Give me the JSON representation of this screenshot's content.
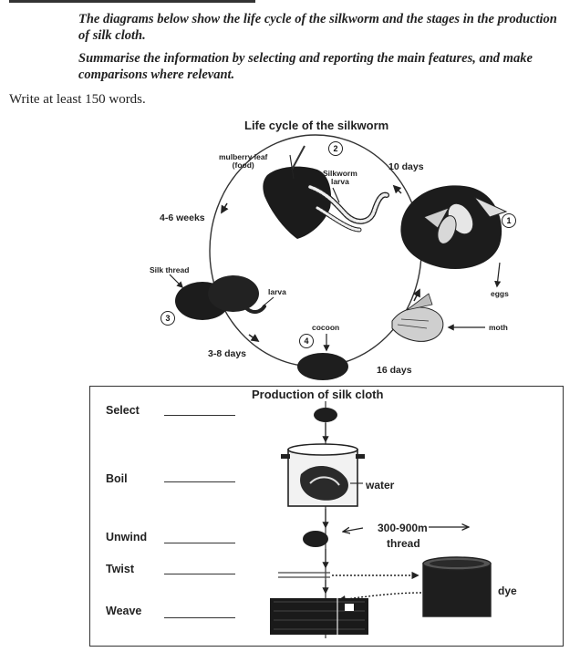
{
  "instructions": {
    "line1": "The diagrams below show the life cycle of the silkworm and the stages in the production of silk cloth.",
    "line2": "Summarise the information by selecting and reporting the main features, and make comparisons where relevant.",
    "word_count": "Write at least 150 words."
  },
  "life_cycle": {
    "title": "Life cycle of the silkworm",
    "stages": [
      {
        "number": "1",
        "label": "eggs"
      },
      {
        "number": "2",
        "label": "Silkworm larva"
      },
      {
        "number": "3",
        "label": "Silk thread"
      },
      {
        "number": "4",
        "label": "cocoon"
      }
    ],
    "leaf_label_1": "mulberry leaf",
    "leaf_label_2": "(food)",
    "larva_label_1": "Silkworm",
    "larva_label_2": "larva",
    "small_larva_label": "larva",
    "moth_label": "moth",
    "durations": {
      "eggs_to_larva": "10 days",
      "larva_to_thread": "4-6 weeks",
      "thread_to_cocoon": "3-8 days",
      "cocoon_to_moth": "16 days"
    }
  },
  "production": {
    "title": "Production of silk cloth",
    "steps": [
      "Select",
      "Boil",
      "Unwind",
      "Twist",
      "Weave"
    ],
    "water_label": "water",
    "thread_length": "300-900m",
    "thread_label": "thread",
    "dye_label": "dye"
  }
}
